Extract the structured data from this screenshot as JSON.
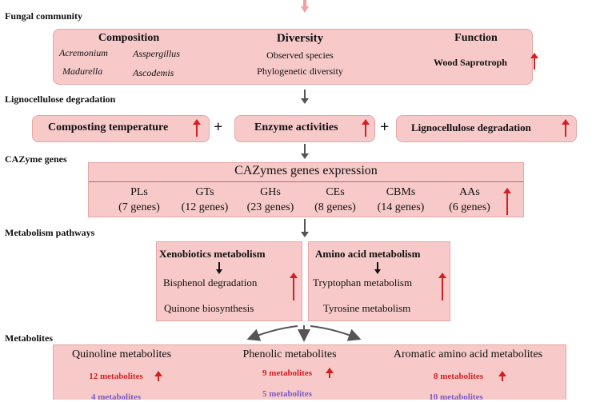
{
  "sections": {
    "fungal": "Fungal community",
    "ligno": "Lignocellulose degradation",
    "cazyme": "CAZyme genes",
    "metabolism": "Metabolism pathways",
    "metabolites": "Metabolites"
  },
  "fungal": {
    "composition_title": "Composition",
    "taxa": [
      "Acremonium",
      "Asspergillus",
      "Madurella",
      "Ascodemis"
    ],
    "diversity_title": "Diversity",
    "diversity_items": [
      "Observed species",
      "Phylogenetic diversity"
    ],
    "function_title": "Function",
    "function_item": "Wood Saprotroph"
  },
  "ligno": {
    "box1": "Composting temperature",
    "box2": "Enzyme activities",
    "box3": "Lignocellulose degradation",
    "plus": "+"
  },
  "cazyme": {
    "title": "CAZymes genes expression",
    "families": [
      {
        "name": "PLs",
        "count": "(7 genes)"
      },
      {
        "name": "GTs",
        "count": "(12 genes)"
      },
      {
        "name": "GHs",
        "count": "(23 genes)"
      },
      {
        "name": "CEs",
        "count": "(8 genes)"
      },
      {
        "name": "CBMs",
        "count": "(14 genes)"
      },
      {
        "name": "AAs",
        "count": "(6 genes)"
      }
    ]
  },
  "metabolism": {
    "xeno_title": "Xenobiotics  metabolism",
    "xeno_items": [
      "Bisphenol degradation",
      "Quinone  biosynthesis"
    ],
    "amino_title": "Amino acid metabolism",
    "amino_items": [
      "Tryptophan metabolism",
      "Tyrosine metabolism"
    ]
  },
  "metabolites": {
    "groups": [
      {
        "title": "Quinoline metabolites",
        "up": "12 metabolites",
        "down": "4 metabolites"
      },
      {
        "title": "Phenolic metabolites",
        "up": "9 metabolites",
        "down": "5 metabolites"
      },
      {
        "title": "Aromatic amino acid metabolites",
        "up": "8 metabolites",
        "down": "10 metabolites"
      }
    ]
  },
  "colors": {
    "box_fill": "#f7c9c9",
    "box_border": "#e7a5a5",
    "up_arrow": "#d41f1f",
    "down_text": "#7a5cc9",
    "flow_arrow": "#555555"
  }
}
